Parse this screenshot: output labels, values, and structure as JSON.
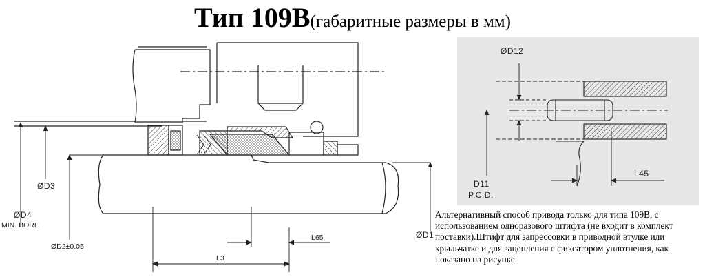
{
  "header": {
    "title_main": "Тип 109B",
    "title_sub": "(габаритные размеры в мм)"
  },
  "main_drawing": {
    "labels": {
      "d4": "ØD4",
      "min_bore": "MIN. BORE",
      "d3": "ØD3",
      "d2": "ØD2±0.05",
      "d1": "ØD1",
      "l3": "L3",
      "l65": "L65"
    }
  },
  "detail_drawing": {
    "labels": {
      "d12": "ØD12",
      "d11": "D11",
      "pcd": "P.C.D.",
      "l45": "L45"
    },
    "panel_color": "#e7e7e7"
  },
  "note": {
    "text": "Альтернативный способ привода только для типа 109B, с использованием одноразового штифта (не входит в комплект поставки).Штифт для запрессовки в приводной втулке или крыльчатке и для зацепления с фиксатором уплотнения, как показано на рисунке."
  }
}
